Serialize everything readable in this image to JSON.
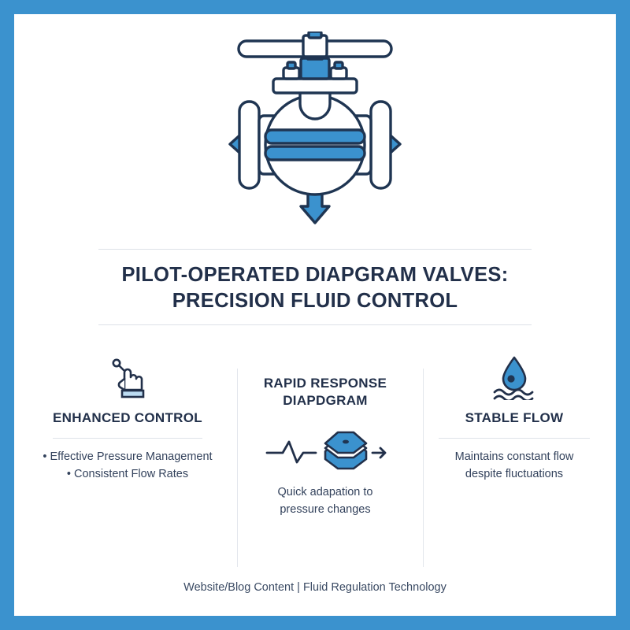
{
  "theme": {
    "border_color": "#3b92ce",
    "background": "#ffffff",
    "accent_blue": "#3b92ce",
    "accent_blue_dark": "#2c7fb8",
    "ink_navy": "#22304a",
    "rule_gray": "#dde1e8"
  },
  "hero": {
    "icon_name": "globe-valve-illustration",
    "description": "Pilot operated diaphragm valve with handwheel, flanges and flow arrows",
    "arrows": [
      "left-arrow",
      "right-arrow",
      "down-arrow"
    ]
  },
  "title": {
    "text": "PILOT-OPERATED DIAPGRAM VALVES:\nPRECISION FLUID CONTROL"
  },
  "columns": [
    {
      "id": "enhanced-control",
      "icon_name": "pointing-hand-icon",
      "heading": "ENHANCED CONTROL",
      "body": "• Effective Pressure Management\n• Consistent Flow Rates"
    },
    {
      "id": "rapid-response",
      "icon_name": "diaphragm-layers-icon",
      "heading": "RAPID RESPONSE\nDIAPDGRAM",
      "caption": "Quick adapation to\npressure changes"
    },
    {
      "id": "stable-flow",
      "icon_name": "water-droplet-waves-icon",
      "heading": "STABLE FLOW",
      "body": "Maintains constant flow\ndespite fluctuations"
    }
  ],
  "footer": {
    "text": "Website/Blog Content | Fluid Regulation Technology"
  }
}
